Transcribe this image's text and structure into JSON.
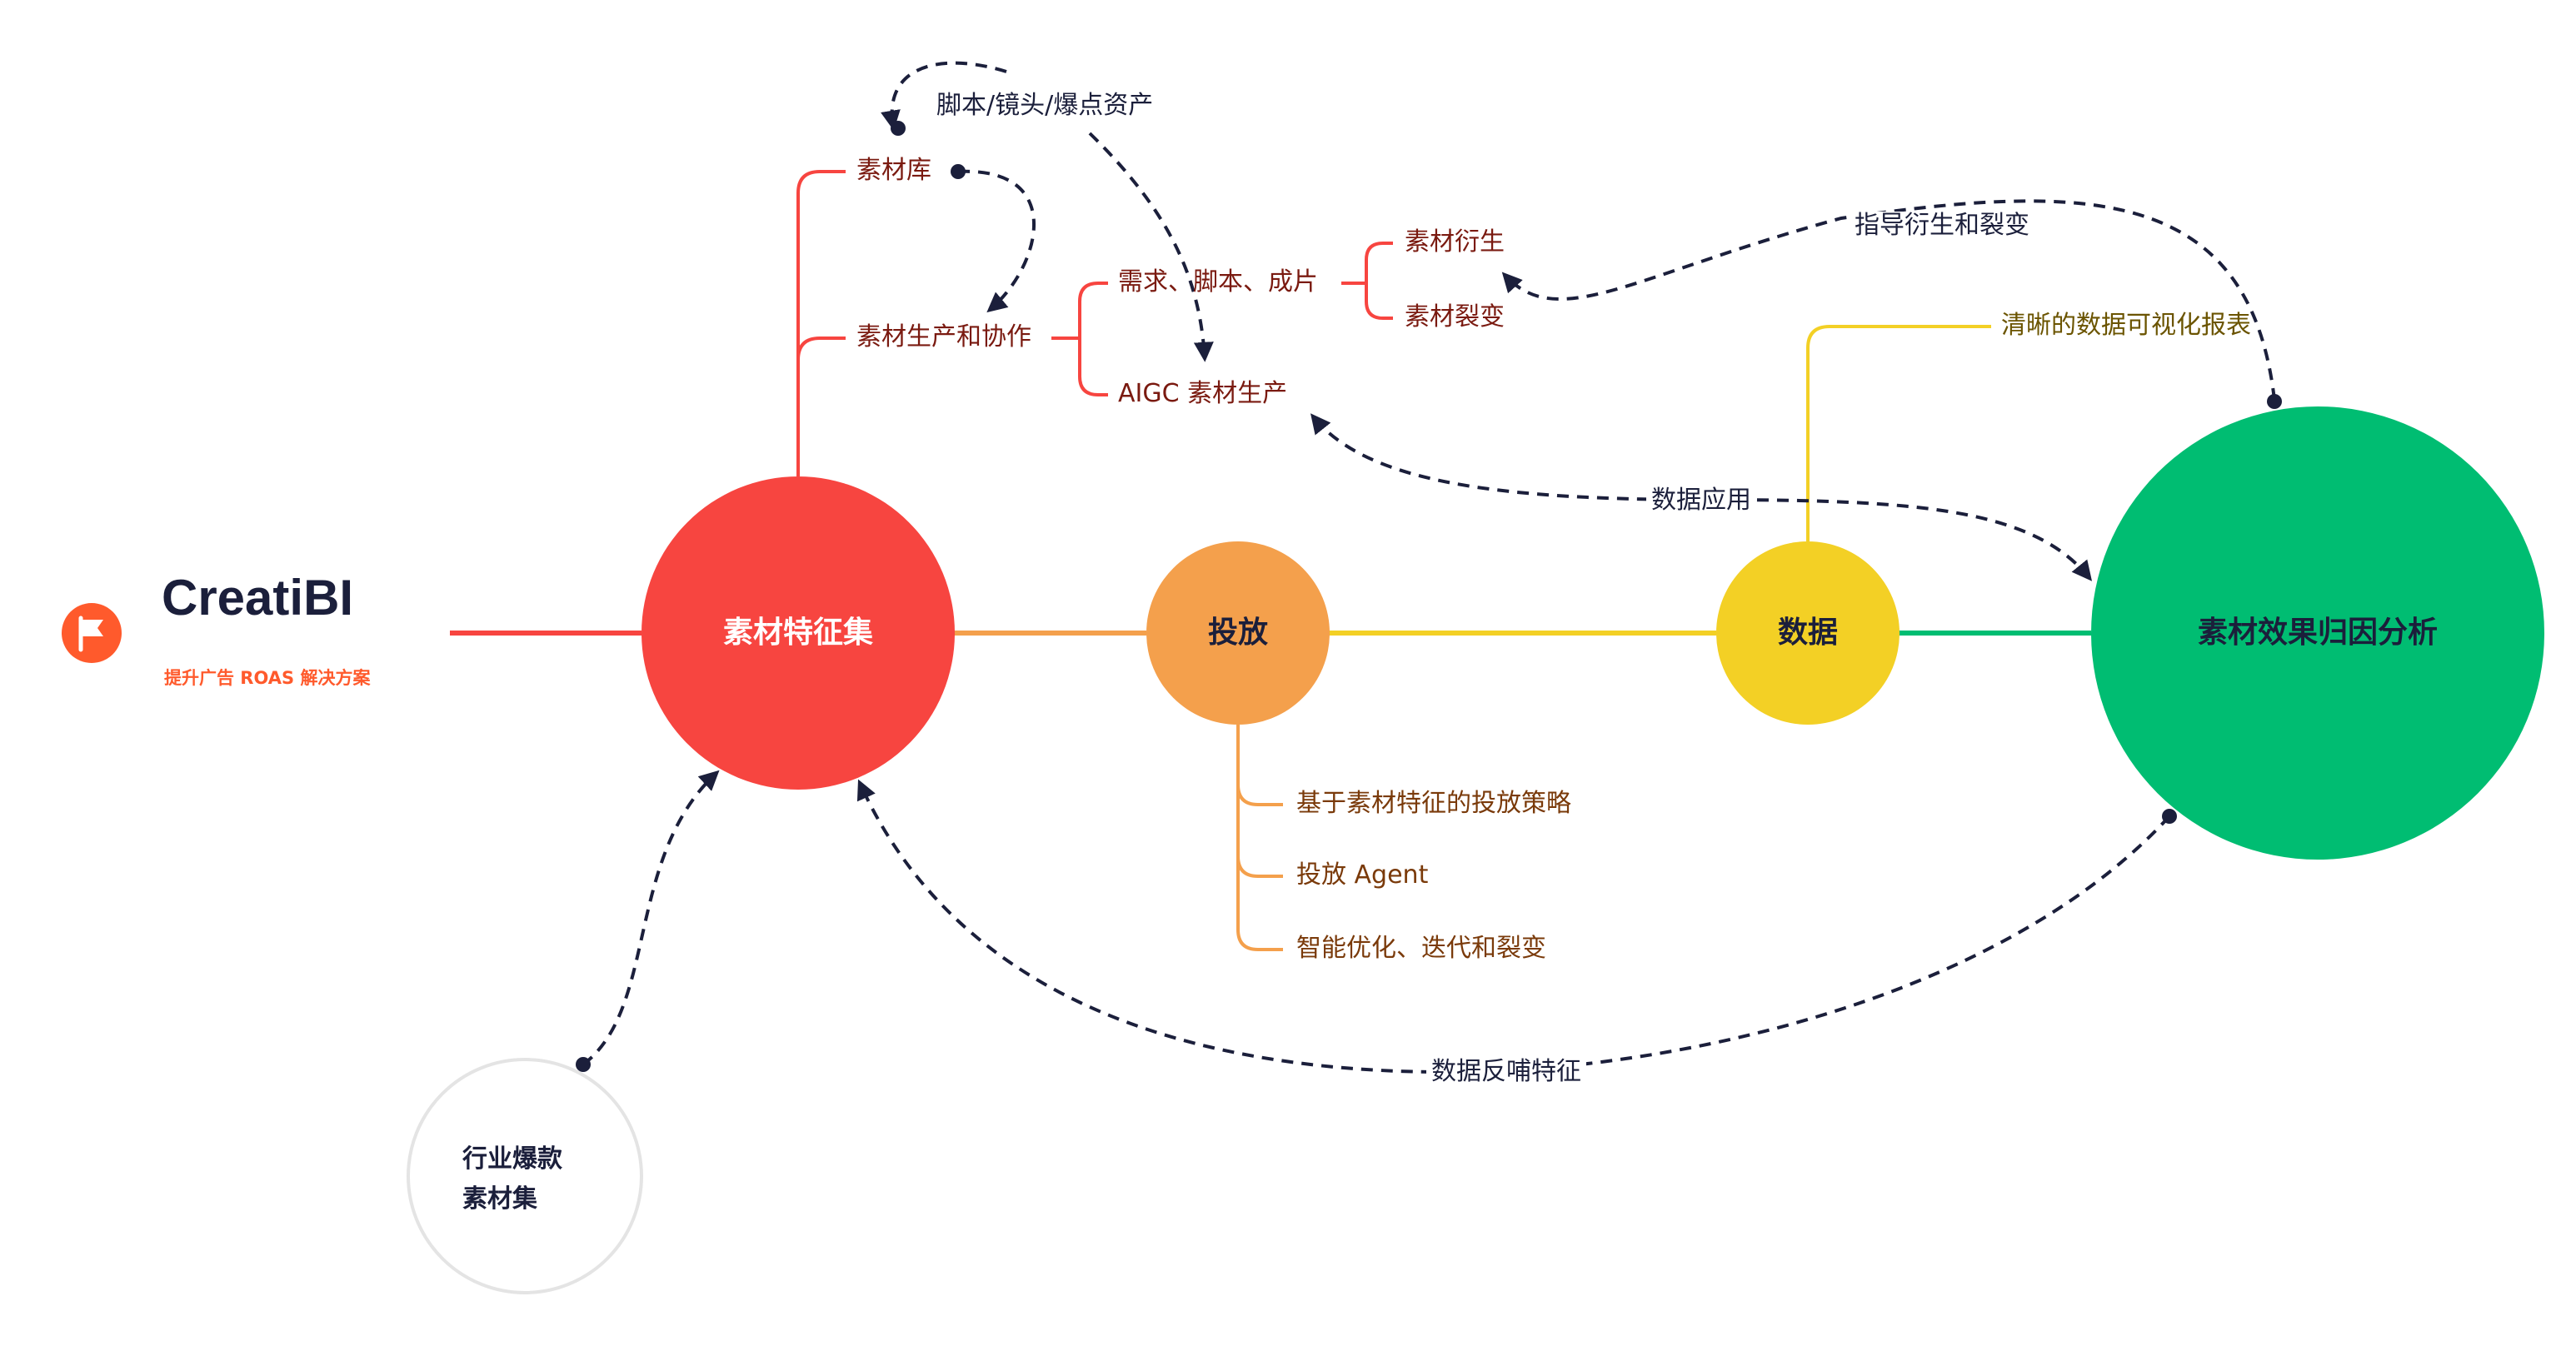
{
  "brand": {
    "name": "CreatiBI",
    "tagline": "提升广告 ROAS 解决方案",
    "accent": "#ff5a2c"
  },
  "colors": {
    "red": "#f74540",
    "orange": "#f4a04c",
    "yellow": "#f3d025",
    "green": "#00bd72",
    "navy": "#1b1f3b",
    "brownText": "#7a1a10",
    "oliveText": "#6b5400",
    "orangeText": "#7a3a0a"
  },
  "nodes": {
    "features": "素材特征集",
    "delivery": "投放",
    "data": "数据",
    "attribution": "素材效果归因分析",
    "industry_line1": "行业爆款",
    "industry_line2": "素材集"
  },
  "features_branch": {
    "library": "素材库",
    "production": "素材生产和协作",
    "demand": "需求、脚本、成片",
    "aigc": "AIGC 素材生产",
    "derivative": "素材衍生",
    "fission": "素材裂变"
  },
  "delivery_branch": {
    "strategy": "基于素材特征的投放策略",
    "agent": "投放 Agent",
    "optimize": "智能优化、迭代和裂变"
  },
  "data_branch": {
    "report": "清晰的数据可视化报表"
  },
  "arrow_labels": {
    "script_assets": "脚本/镜头/爆点资产",
    "guide": "指导衍生和裂变",
    "data_apply": "数据应用",
    "feedback": "数据反哺特征"
  }
}
